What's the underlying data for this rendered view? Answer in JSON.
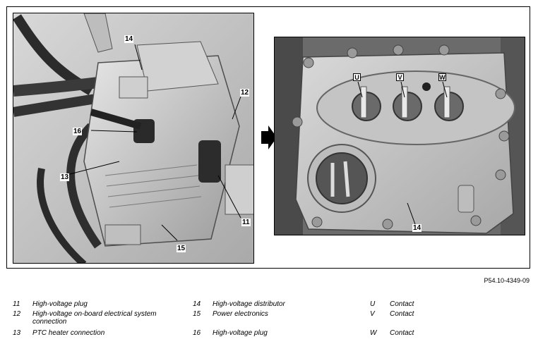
{
  "figure_id": "P54.10-4349-09",
  "callouts": {
    "c14_left": "14",
    "c12": "12",
    "c16": "16",
    "c13": "13",
    "c11": "11",
    "c15": "15",
    "c14_right": "14"
  },
  "contact_labels": [
    "U",
    "V",
    "W"
  ],
  "legend": [
    {
      "num": "11",
      "text": "High-voltage plug"
    },
    {
      "num": "12",
      "text": "High-voltage on-board electrical system connection"
    },
    {
      "num": "13",
      "text": "PTC heater connection"
    },
    {
      "num": "14",
      "text": "High-voltage distributor"
    },
    {
      "num": "15",
      "text": "Power electronics"
    },
    {
      "num": "16",
      "text": "High-voltage plug"
    },
    {
      "num": "U",
      "text": "Contact"
    },
    {
      "num": "V",
      "text": "Contact"
    },
    {
      "num": "W",
      "text": "Contact"
    }
  ]
}
